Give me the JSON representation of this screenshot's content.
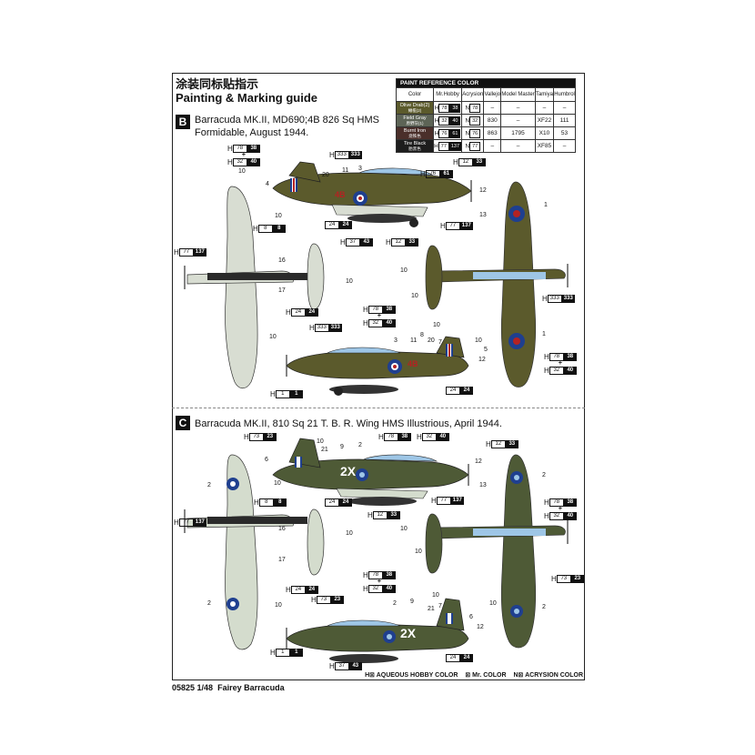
{
  "header": {
    "title_cn": "涂装同标贴指示",
    "title_en": "Painting & Marking guide"
  },
  "paint_table": {
    "caption": "PAINT  REFERENCE COLOR",
    "columns": [
      "Color",
      "Mr.Hobby",
      "Acrysion",
      "Vallejo",
      "Model Master",
      "Tamiya",
      "Humbrol"
    ],
    "rows": [
      {
        "name": "Olive Drab(2)",
        "name_cn": "橄榄(2)",
        "swatch": "#5b5a2c",
        "hobby_letter": "H",
        "hobby": "78",
        "hobby_mr": "38",
        "acry_letter": "N",
        "acry": "78",
        "vallejo": "–",
        "mm": "–",
        "tamiya": "–",
        "humbrol": "–"
      },
      {
        "name": "Field Gray",
        "name_cn": "原野灰(1)",
        "swatch": "#5d6456",
        "hobby_letter": "H",
        "hobby": "32",
        "hobby_mr": "40",
        "acry_letter": "N",
        "acry": "32",
        "vallejo": "830",
        "mm": "–",
        "tamiya": "XF22",
        "humbrol": "111"
      },
      {
        "name": "Burnt Iron",
        "name_cn": "烧铁色",
        "swatch": "#4a2f2a",
        "hobby_letter": "H",
        "hobby": "76",
        "hobby_mr": "61",
        "acry_letter": "N",
        "acry": "76",
        "vallejo": "863",
        "mm": "1795",
        "tamiya": "X10",
        "humbrol": "53"
      },
      {
        "name": "Tire Black",
        "name_cn": "胎黑色",
        "swatch": "#1d1d1d",
        "hobby_letter": "H",
        "hobby": "77",
        "hobby_mr": "137",
        "acry_letter": "N",
        "acry": "77",
        "vallejo": "–",
        "mm": "–",
        "tamiya": "XF85",
        "humbrol": "–"
      }
    ]
  },
  "sections": [
    {
      "badge": "B",
      "title": "Barracuda MK.II, MD690;4B 826 Sq HMS",
      "title2": "Formidable, August 1944."
    },
    {
      "badge": "C",
      "title": "Barracuda MK.II, 810 Sq 21 T. B. R. Wing HMS Illustrious, April 1944.",
      "title2": ""
    }
  ],
  "callouts": {
    "H": "H",
    "plus": "+",
    "v78": "78",
    "v38": "38",
    "v32": "32",
    "v40": "40",
    "v333": "333",
    "v76": "76",
    "v61": "61",
    "v12": "12",
    "v33": "33",
    "v77": "77",
    "v137": "137",
    "v8": "8",
    "v24": "24",
    "v37": "37",
    "v43": "43",
    "v1": "1",
    "v73": "73",
    "v23": "23"
  },
  "part_numbers": {
    "n1": "1",
    "n2": "2",
    "n3": "3",
    "n4": "4",
    "n5": "5",
    "n6": "6",
    "n7": "7",
    "n8": "8",
    "n9": "9",
    "n10": "10",
    "n11": "11",
    "n12": "12",
    "n13": "13",
    "n16": "16",
    "n17": "17",
    "n20": "20",
    "n21": "21"
  },
  "markings": {
    "code_c": "2X",
    "code_b": "4B"
  },
  "legend": {
    "hobby": "H⊠  AQUEOUS HOBBY COLOR",
    "mr": "⊠  Mr. COLOR",
    "acry": "N⊠  ACRYSION COLOR"
  },
  "footer": {
    "code": "05825",
    "scale": "1/48",
    "name": "Fairey Barracuda"
  },
  "colors": {
    "olive": "#5b5a2c",
    "gray": "#5d6456",
    "underside_b": "#d8ddd2",
    "underside_c": "#d4dccd",
    "glass": "#9ec6e6",
    "roundel_blue": "#1f3f8f",
    "roundel_red": "#b42222"
  }
}
